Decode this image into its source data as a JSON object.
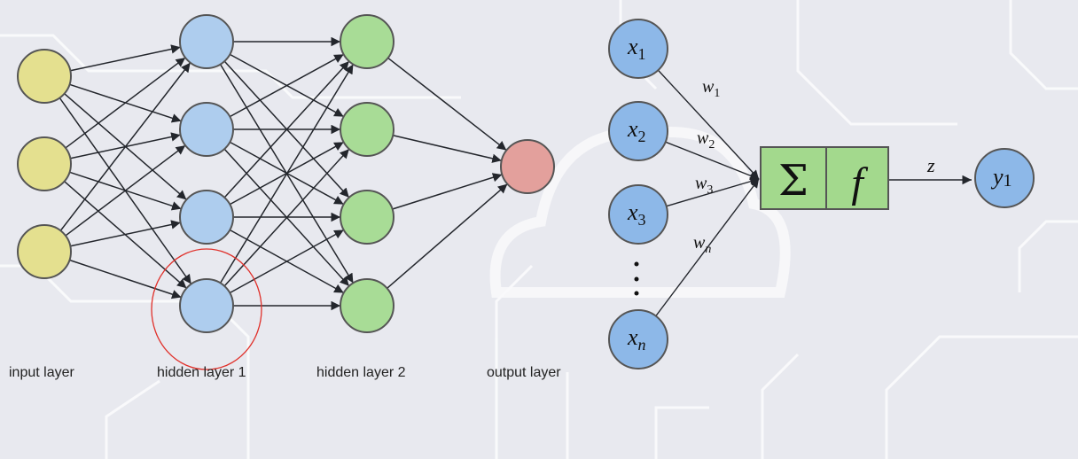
{
  "neural_network": {
    "layers": [
      {
        "name": "input layer",
        "nodes": 3,
        "color": "#e4e08f"
      },
      {
        "name": "hidden layer 1",
        "nodes": 4,
        "color": "#aecdee"
      },
      {
        "name": "hidden layer 2",
        "nodes": 4,
        "color": "#a8dc96"
      },
      {
        "name": "output layer",
        "nodes": 1,
        "color": "#e3a09c"
      }
    ],
    "highlighted_node": {
      "layer": 1,
      "index": 3,
      "ring_color": "#e0302a"
    }
  },
  "perceptron": {
    "inputs": [
      "x1",
      "x2",
      "x3",
      "xn"
    ],
    "input_labels": [
      {
        "base": "x",
        "sub": "1"
      },
      {
        "base": "x",
        "sub": "2"
      },
      {
        "base": "x",
        "sub": "3"
      },
      {
        "base": "x",
        "sub": "n"
      }
    ],
    "weights": [
      {
        "base": "w",
        "sub": "1"
      },
      {
        "base": "w",
        "sub": "2"
      },
      {
        "base": "w",
        "sub": "3"
      },
      {
        "base": "w",
        "sub": "n"
      }
    ],
    "ellipsis": "⋮",
    "sum_symbol": "Σ",
    "activation_symbol": "f",
    "output_edge_label": "z",
    "output": {
      "base": "y",
      "sub": "1"
    },
    "node_color": "#8db8e8",
    "box_color": "#a3d98d"
  }
}
